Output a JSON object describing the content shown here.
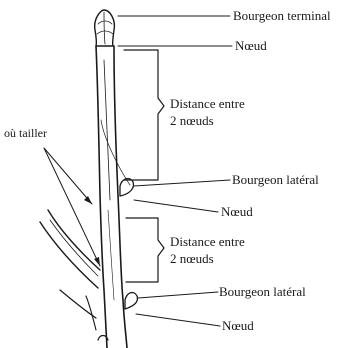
{
  "labels": {
    "terminal_bud": "Bourgeon terminal",
    "node_top": "Nœud",
    "distance_1_line1": "Distance entre",
    "distance_1_line2": "2 nœuds",
    "where_to_prune": "où tailler",
    "lateral_bud_1": "Bourgeon latéral",
    "node_mid": "Nœud",
    "distance_2_line1": "Distance entre",
    "distance_2_line2": "2 nœuds",
    "lateral_bud_2": "Bourgeon latéral",
    "node_bottom": "Nœud"
  }
}
